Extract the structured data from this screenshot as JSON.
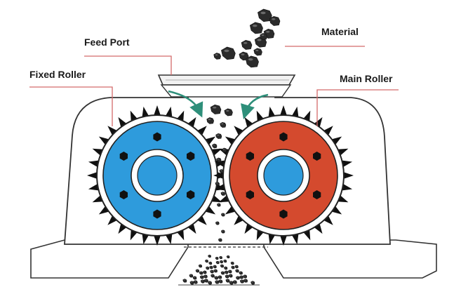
{
  "labels": {
    "feed_port": "Feed Port",
    "fixed_roller": "Fixed Roller",
    "material": "Material",
    "main_roller": "Main Roller"
  },
  "colors": {
    "fixed_roller": "#2E9BDC",
    "main_roller": "#D44A2E",
    "callout_line": "#D46A6A",
    "arrow": "#2E8F7A",
    "material": "#2b2b2b",
    "frame_stroke": "#333333",
    "hub_inner": "#2E9BDC"
  }
}
